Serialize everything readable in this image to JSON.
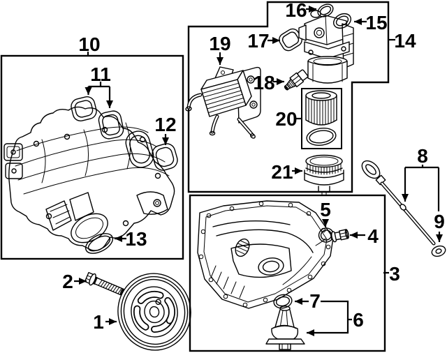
{
  "colors": {
    "background": "#ffffff",
    "line": "#000000",
    "label-color": "#000000"
  },
  "callouts": {
    "c1": "1",
    "c2": "2",
    "c3": "3",
    "c4": "4",
    "c5": "5",
    "c6": "6",
    "c7": "7",
    "c8": "8",
    "c9": "9",
    "c10": "10",
    "c11": "11",
    "c12": "12",
    "c13": "13",
    "c14": "14",
    "c15": "15",
    "c16": "16",
    "c17": "17",
    "c18": "18",
    "c19": "19",
    "c20": "20",
    "c21": "21"
  }
}
